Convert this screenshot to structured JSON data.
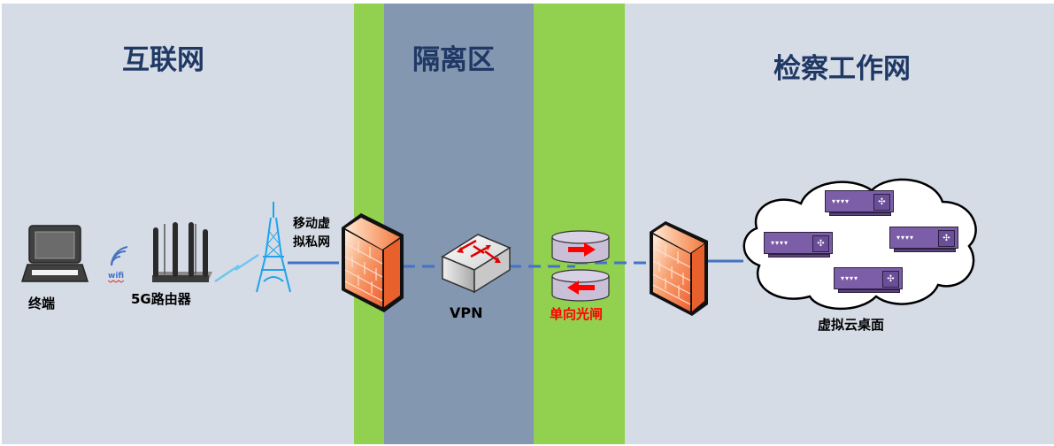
{
  "zones": {
    "internet": {
      "title": "互联网",
      "color": "#d5dce6"
    },
    "dmz": {
      "title": "隔离区",
      "color": "#8497b0",
      "border_color": "#92d050"
    },
    "work": {
      "title": "检察工作网",
      "color": "#d5dce6"
    }
  },
  "nodes": {
    "terminal": {
      "label": "终端",
      "icon": "laptop-icon"
    },
    "wifi": {
      "label": "wifi",
      "icon": "wifi-icon"
    },
    "router": {
      "label": "5G路由器",
      "icon": "router-icon"
    },
    "tower": {
      "label": "移动虚拟私网",
      "line1": "移动虚",
      "line2": "拟私网",
      "icon": "cell-tower-icon"
    },
    "firewall_left": {
      "icon": "firewall-icon"
    },
    "vpn": {
      "label": "VPN",
      "icon": "switch-icon"
    },
    "gap": {
      "label": "单向光闸",
      "icon": "one-way-gateway-icon",
      "label_color": "#ff0000"
    },
    "firewall_right": {
      "icon": "firewall-icon"
    },
    "cloud": {
      "label": "虚拟云桌面",
      "icon": "cloud-icon",
      "server_count": 4
    }
  },
  "colors": {
    "title": "#1f3864",
    "link": "#4472c4",
    "firewall": "#f4733c",
    "server": "#7b5ea7",
    "tower": "#1fa3ec"
  }
}
